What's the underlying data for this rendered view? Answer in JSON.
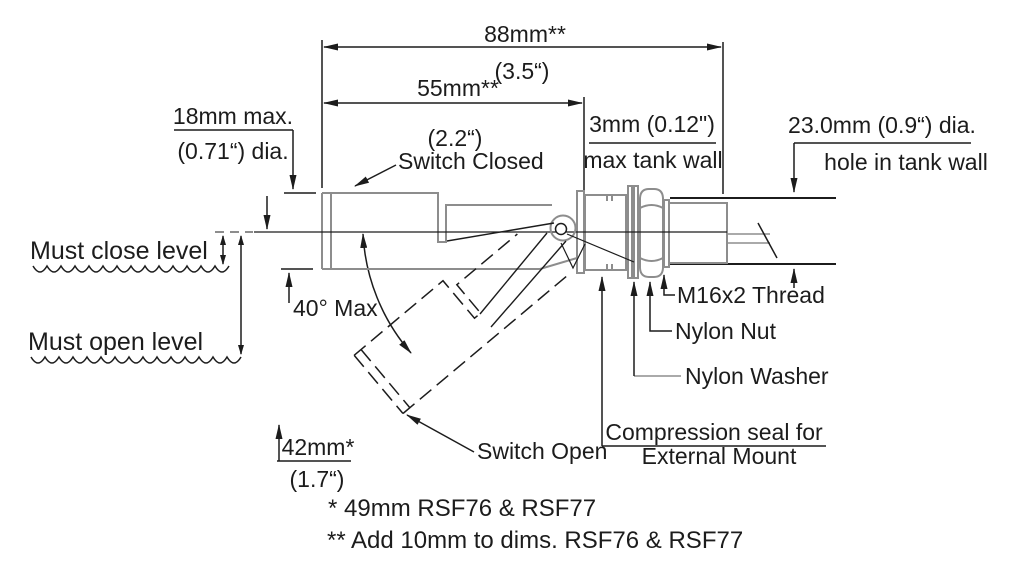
{
  "colors": {
    "background": "#ffffff",
    "line_dark": "#1c1c1c",
    "line_gray": "#8d8d8d"
  },
  "dims": {
    "d88": {
      "value": "88mm**",
      "inches": "(3.5“)"
    },
    "d55": {
      "value": "55mm**",
      "inches": "(2.2“)"
    },
    "d18": {
      "value": "18mm max.",
      "inches": "(0.71“) dia."
    },
    "d3": {
      "value": "3mm (0.12\")",
      "caption": "max tank wall"
    },
    "d23": {
      "value": "23.0mm (0.9“) dia.",
      "caption": "hole in tank wall"
    },
    "d42": {
      "value": "42mm*",
      "inches": "(1.7“)"
    },
    "angle": "40° Max"
  },
  "levels": {
    "close": "Must close level",
    "open": "Must open level"
  },
  "states": {
    "closed": "Switch Closed",
    "open": "Switch Open"
  },
  "parts": {
    "thread": "M16x2 Thread",
    "nut": "Nylon Nut",
    "washer": "Nylon Washer",
    "seal_line1": "Compression seal for",
    "seal_line2": "External Mount"
  },
  "notes": {
    "single_star": "* 49mm RSF76 & RSF77",
    "double_star": "** Add 10mm to dims. RSF76 & RSF77"
  }
}
